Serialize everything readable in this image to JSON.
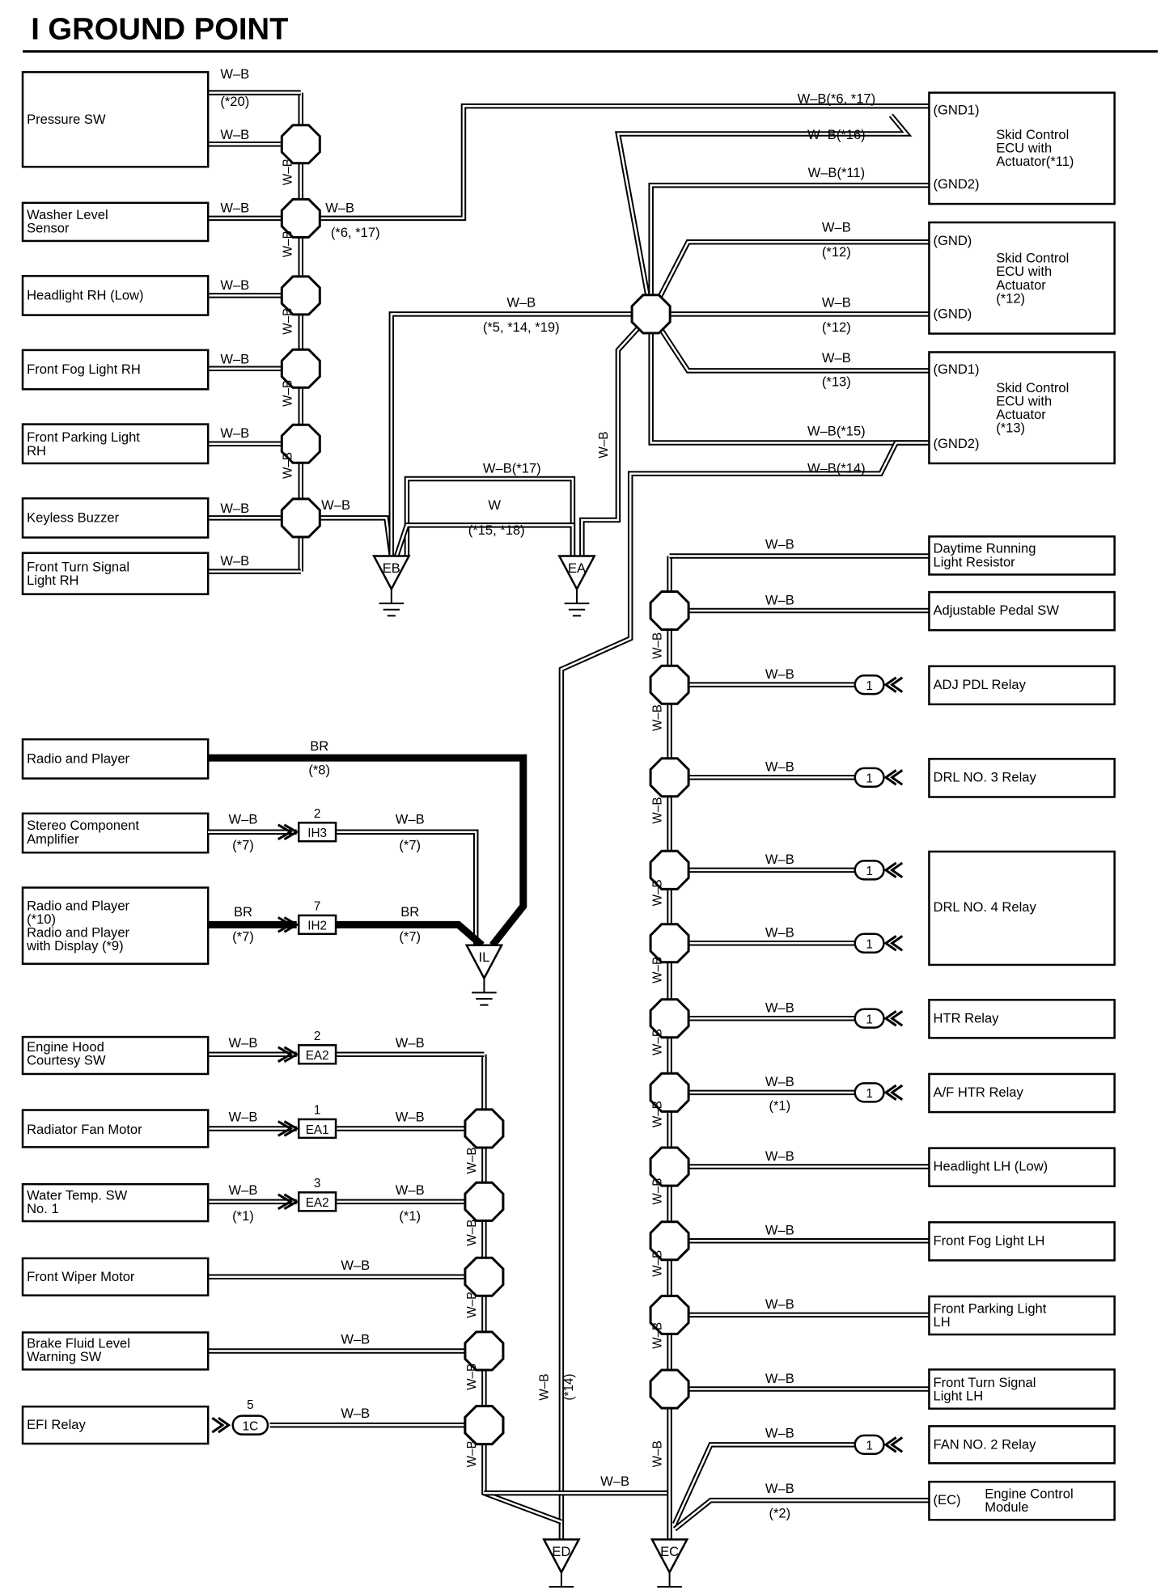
{
  "title": "I  GROUND POINT",
  "wire_colors": {
    "main": "#000000",
    "background": "#ffffff"
  },
  "left_top_components": [
    {
      "id": "pressure-sw",
      "lines": [
        "Pressure SW"
      ]
    },
    {
      "id": "washer-level-sensor",
      "lines": [
        "Washer Level",
        "Sensor"
      ]
    },
    {
      "id": "headlight-rh-low",
      "lines": [
        "Headlight RH (Low)"
      ]
    },
    {
      "id": "front-fog-light-rh",
      "lines": [
        "Front Fog Light RH"
      ]
    },
    {
      "id": "front-parking-light-rh",
      "lines": [
        "Front Parking Light",
        "RH"
      ]
    },
    {
      "id": "keyless-buzzer",
      "lines": [
        "Keyless Buzzer"
      ]
    },
    {
      "id": "front-turn-signal-rh",
      "lines": [
        "Front Turn Signal",
        "Light RH"
      ]
    }
  ],
  "left_mid_components": [
    {
      "id": "radio-and-player",
      "lines": [
        "Radio and Player"
      ]
    },
    {
      "id": "stereo-component-amplifier",
      "lines": [
        "Stereo Component",
        "Amplifier"
      ]
    },
    {
      "id": "radio-and-player-display",
      "lines": [
        "Radio and Player",
        "(*10)",
        "Radio and Player",
        "with Display (*9)"
      ]
    }
  ],
  "left_bottom_components": [
    {
      "id": "engine-hood-courtesy-sw",
      "lines": [
        "Engine Hood",
        "Courtesy SW"
      ]
    },
    {
      "id": "radiator-fan-motor",
      "lines": [
        "Radiator Fan Motor"
      ]
    },
    {
      "id": "water-temp-sw",
      "lines": [
        "Water Temp.  SW",
        "No. 1"
      ]
    },
    {
      "id": "front-wiper-motor",
      "lines": [
        "Front Wiper Motor"
      ]
    },
    {
      "id": "brake-fluid-level-sw",
      "lines": [
        "Brake Fluid Level",
        "Warning SW"
      ]
    },
    {
      "id": "efi-relay",
      "lines": [
        "EFI Relay"
      ]
    }
  ],
  "right_top_components": [
    {
      "id": "skid-ecu-11",
      "lines": [
        "Skid Control",
        "ECU with",
        "Actuator(*11)"
      ],
      "pins": [
        "(GND1)",
        "(GND2)"
      ]
    },
    {
      "id": "skid-ecu-12",
      "lines": [
        "Skid Control",
        "ECU with",
        "Actuator",
        "(*12)"
      ],
      "pins": [
        "(GND)",
        "(GND)"
      ]
    },
    {
      "id": "skid-ecu-13",
      "lines": [
        "Skid Control",
        "ECU with",
        "Actuator",
        "(*13)"
      ],
      "pins": [
        "(GND1)",
        "(GND2)"
      ]
    }
  ],
  "right_bottom_components": [
    {
      "id": "daytime-running-light-resistor",
      "lines": [
        "Daytime Running",
        "Light Resistor"
      ]
    },
    {
      "id": "adjustable-pedal-sw",
      "lines": [
        "Adjustable Pedal SW"
      ]
    },
    {
      "id": "adj-pdl-relay",
      "lines": [
        "ADJ PDL Relay"
      ]
    },
    {
      "id": "drl-no3-relay",
      "lines": [
        "DRL NO. 3 Relay"
      ]
    },
    {
      "id": "drl-no4-relay",
      "lines": [
        "DRL NO. 4 Relay"
      ]
    },
    {
      "id": "htr-relay",
      "lines": [
        "HTR Relay"
      ]
    },
    {
      "id": "af-htr-relay",
      "lines": [
        "A/F HTR Relay"
      ]
    },
    {
      "id": "headlight-lh-low",
      "lines": [
        "Headlight LH (Low)"
      ]
    },
    {
      "id": "front-fog-light-lh",
      "lines": [
        "Front Fog Light LH"
      ]
    },
    {
      "id": "front-parking-light-lh",
      "lines": [
        "Front Parking Light",
        "LH"
      ]
    },
    {
      "id": "front-turn-signal-lh",
      "lines": [
        "Front Turn Signal",
        "Light LH"
      ]
    },
    {
      "id": "fan-no2-relay",
      "lines": [
        "FAN NO. 2 Relay"
      ]
    },
    {
      "id": "engine-control-module",
      "lines": [
        "Engine Control",
        "Module"
      ],
      "pins": [
        "(EC)"
      ]
    }
  ],
  "ground_points": [
    "EB",
    "EA",
    "IL",
    "ED",
    "EC"
  ],
  "connectors": [
    {
      "id": "ih3",
      "code": "IH3",
      "pin": "2"
    },
    {
      "id": "ih2",
      "code": "IH2",
      "pin": "7"
    },
    {
      "id": "ea2-a",
      "code": "EA2",
      "pin": "2"
    },
    {
      "id": "ea1",
      "code": "EA1",
      "pin": "1"
    },
    {
      "id": "ea2-b",
      "code": "EA2",
      "pin": "3"
    },
    {
      "id": "1c",
      "code": "1C",
      "pin": "5"
    }
  ],
  "relay_pin": "1",
  "wire_labels": {
    "wb": "W–B",
    "br": "BR",
    "w": "W",
    "wb_6_17": "W–B(*6, *17)",
    "wb_16": "W–B(*16)",
    "wb_11": "W–B(*11)",
    "wb_15": "W–B(*15)",
    "wb_14": "W–B(*14)",
    "wb_17": "W–B(*17)"
  },
  "notes": {
    "n20": "(*20)",
    "n6_17": "(*6, *17)",
    "n5_14_19": "(*5, *14, *19)",
    "n12": "(*12)",
    "n13": "(*13)",
    "n15_18": "(*15, *18)",
    "n8": "(*8)",
    "n7": "(*7)",
    "n1": "(*1)",
    "n2": "(*2)",
    "n14": "(*14)"
  }
}
